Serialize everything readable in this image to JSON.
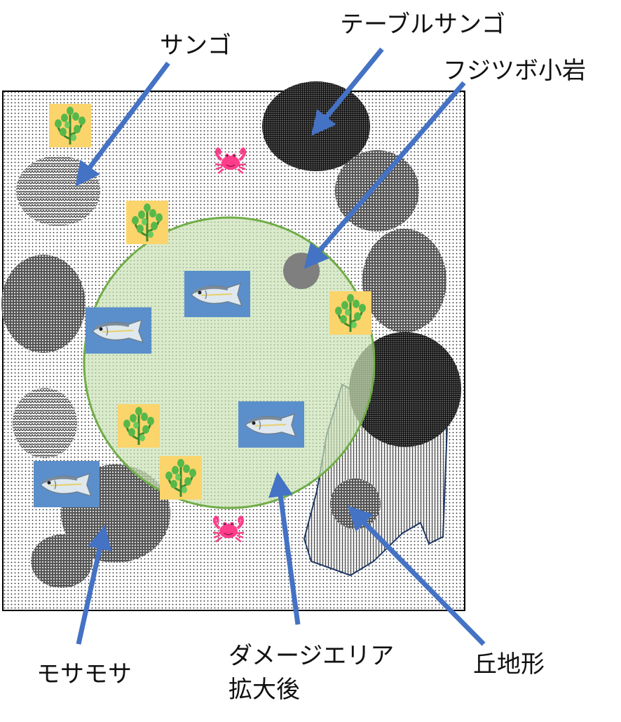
{
  "labels": {
    "table_coral": "テーブルサンゴ",
    "coral": "サンゴ",
    "barnacle_rock": "フジツボ小岩",
    "damage_area_line1": "ダメージエリア",
    "damage_area_line2": "拡大後",
    "mosa": "モサモサ",
    "hill": "丘地形"
  },
  "icons": {
    "seaweed": "seaweed-icon",
    "fish": "fish-icon",
    "crab": "crab-icon"
  },
  "colors": {
    "arrow": "#4472c4",
    "damage_fill": "#c9e3b4",
    "damage_stroke": "#70ad47",
    "seaweed_tile": "#fbd46b",
    "fish_tile": "#5b8fcc",
    "crab": "#ff3d8a",
    "barnacle_rock": "#7f7f7f"
  }
}
